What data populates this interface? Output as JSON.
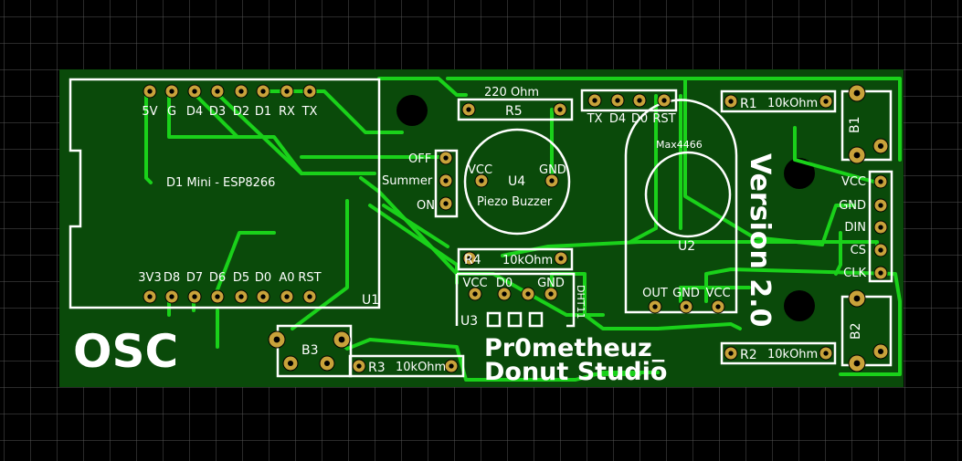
{
  "board": {
    "brand": "OSC",
    "author_line1": "Pr0metheuz_",
    "author_line2": "Donut Studio",
    "version": "Version 2.0"
  },
  "u1": {
    "ref": "U1",
    "name": "D1 Mini - ESP8266",
    "top_pins": [
      "5V",
      "G",
      "D4",
      "D3",
      "D2",
      "D1",
      "RX",
      "TX"
    ],
    "bottom_pins": [
      "3V3",
      "D8",
      "D7",
      "D6",
      "D5",
      "D0",
      "A0",
      "RST"
    ]
  },
  "r5": {
    "ref": "R5",
    "value": "220 Ohm"
  },
  "r4": {
    "ref": "R4",
    "value": "10kOhm"
  },
  "r3": {
    "ref": "R3",
    "value": "10kOhm"
  },
  "r1": {
    "ref": "R1",
    "value": "10kOhm"
  },
  "r2": {
    "ref": "R2",
    "value": "10kOhm"
  },
  "u4": {
    "ref": "U4",
    "name": "Piezo Buzzer",
    "pin_vcc": "VCC",
    "pin_gnd": "GND"
  },
  "switch": {
    "off": "OFF",
    "summer": "Summer",
    "on": "ON"
  },
  "serial_header": [
    "TX",
    "D4",
    "D0",
    "RST"
  ],
  "u3": {
    "ref": "U3",
    "name": "DHT11",
    "pins": [
      "VCC",
      "D0",
      "",
      "GND"
    ]
  },
  "u2": {
    "ref": "U2",
    "name": "Max4466",
    "pins": [
      "OUT",
      "GND",
      "VCC"
    ]
  },
  "max7219": [
    "VCC",
    "GND",
    "DIN",
    "CS",
    "CLK"
  ],
  "b1": "B1",
  "b2": "B2",
  "b3": "B3",
  "colors": {
    "board": "#0a4a0a",
    "trace": "#1ad11a",
    "pad": "#c8a23a",
    "silk": "#ffffff"
  }
}
